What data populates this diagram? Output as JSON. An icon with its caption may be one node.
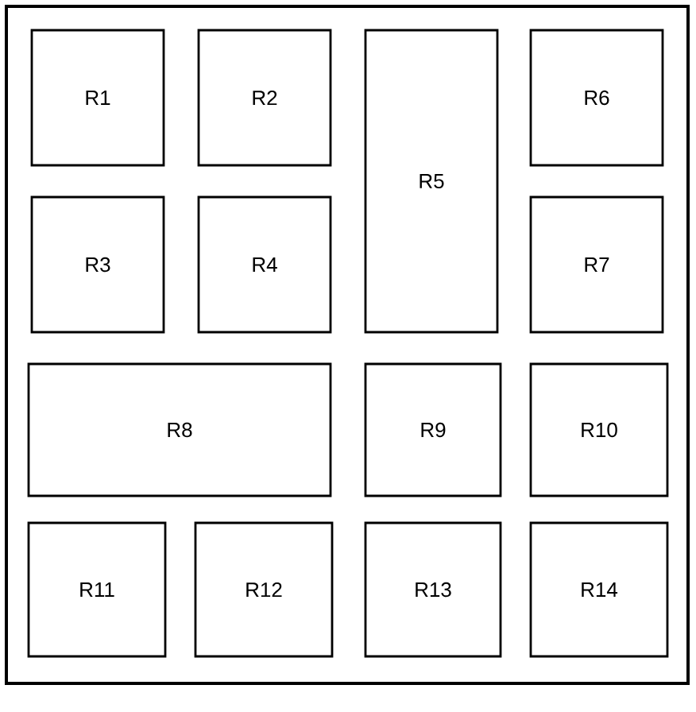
{
  "diagram": {
    "nodes": [
      {
        "text": [],
        "shape": "box"
      },
      {
        "text": [
          "R1"
        ],
        "in": 0
      },
      {
        "text": [
          "R2"
        ],
        "in": 0
      },
      {
        "text": [
          "R3"
        ],
        "in": 0
      },
      {
        "text": [
          "R4"
        ],
        "in": 0
      },
      {
        "text": [
          "R5"
        ],
        "in": 0
      },
      {
        "text": [
          "R6"
        ],
        "in": 0
      },
      {
        "text": [
          "R7"
        ],
        "in": 0
      },
      {
        "text": [
          "R8"
        ],
        "in": 0
      },
      {
        "text": [
          "R9"
        ],
        "in": 0
      },
      {
        "text": [
          "R10"
        ],
        "in": 0
      },
      {
        "text": [
          "R11"
        ],
        "in": 0
      },
      {
        "text": [
          "R12"
        ],
        "in": 0
      },
      {
        "text": [
          "R13"
        ],
        "in": 0
      },
      {
        "text": [
          "R14"
        ],
        "in": 0
      }
    ]
  }
}
